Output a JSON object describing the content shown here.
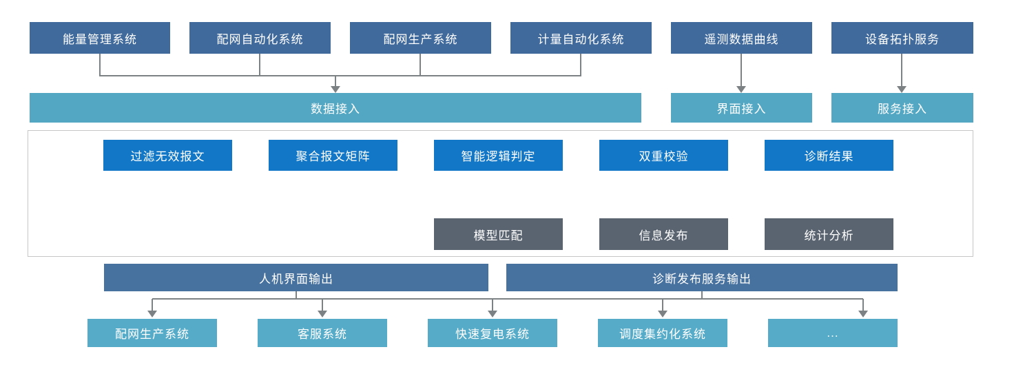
{
  "colors": {
    "source_box": "#416a9c",
    "output_box": "#47719f",
    "access_box": "#53a7c3",
    "consumer_box": "#55abc8",
    "pipeline_box": "#1277c6",
    "analysis_box": "#5a6471",
    "line": "#7c8184",
    "frame_border": "#c6c6c6",
    "text": "#ffffff"
  },
  "top_sources": [
    "能量管理系统",
    "配网自动化系统",
    "配网生产系统",
    "计量自动化系统",
    "遥测数据曲线",
    "设备拓扑服务"
  ],
  "access_layer": [
    "数据接入",
    "界面接入",
    "服务接入"
  ],
  "pipeline": [
    "过滤无效报文",
    "聚合报文矩阵",
    "智能逻辑判定",
    "双重校验",
    "诊断结果"
  ],
  "analysis_outputs": [
    "模型匹配",
    "信息发布",
    "统计分析"
  ],
  "output_channels": [
    "人机界面输出",
    "诊断发布服务输出"
  ],
  "consumers": [
    "配网生产系统",
    "客服系统",
    "快速复电系统",
    "调度集约化系统",
    "..."
  ]
}
